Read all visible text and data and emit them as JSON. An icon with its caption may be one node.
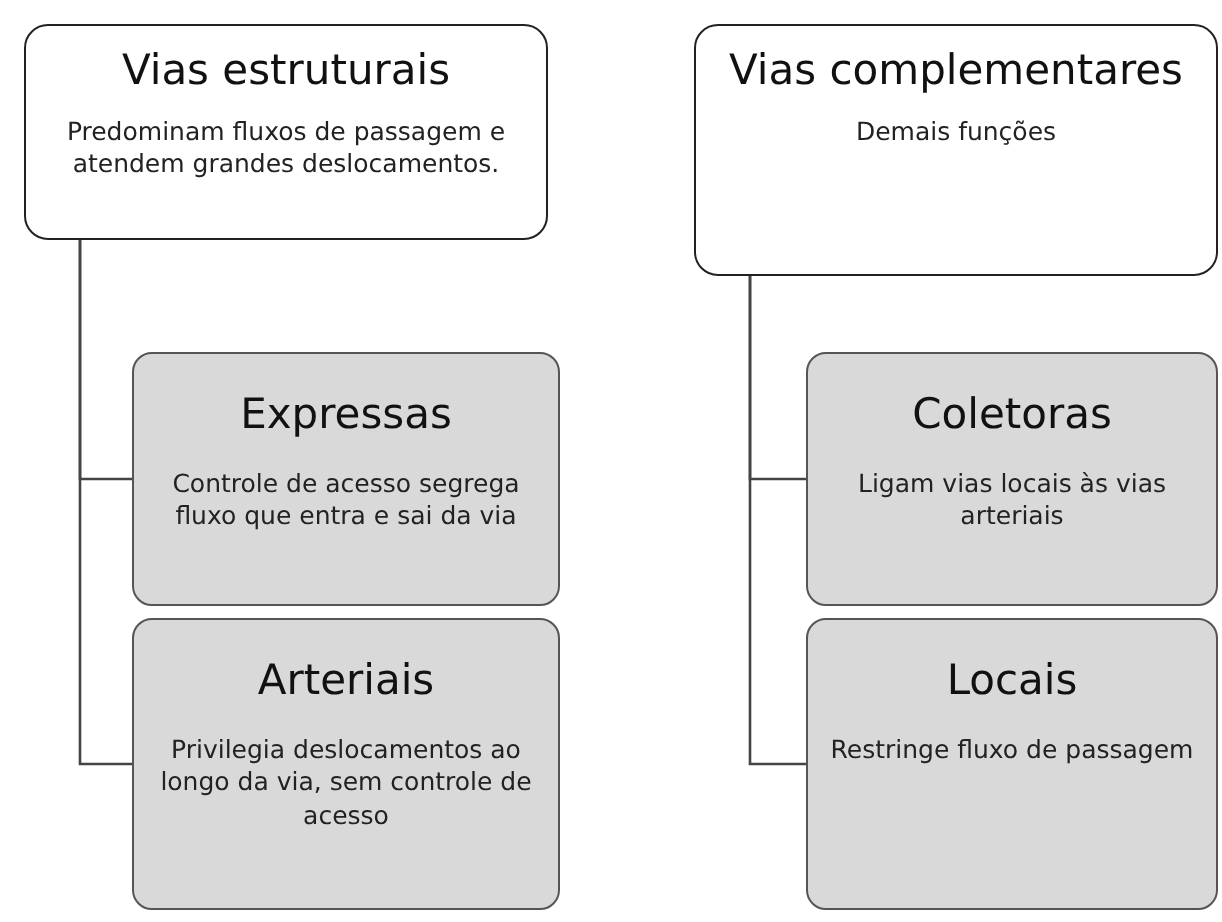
{
  "diagram": {
    "nodes": [
      {
        "text": [
          "Vias estruturais",
          "Predominam fluxos de passagem e atendem grandes deslocamentos."
        ]
      },
      {
        "text": [
          "Expressas",
          "Controle de acesso segrega fluxo que entra e sai da via"
        ]
      },
      {
        "text": [
          "Arteriais",
          "Privilegia deslocamentos ao longo da via, sem controle de acesso"
        ]
      },
      {
        "text": [
          "Vias complementares",
          "Demais funções"
        ]
      },
      {
        "text": [
          "Coletoras",
          "Ligam vias locais às vias arteriais"
        ]
      },
      {
        "text": [
          "Locais",
          "Restringe fluxo de passagem"
        ]
      }
    ],
    "edges": [
      {
        "from": 0,
        "to": 1,
        "arrow": "none"
      },
      {
        "from": 0,
        "to": 2,
        "arrow": "none"
      },
      {
        "from": 3,
        "to": 4,
        "arrow": "none"
      },
      {
        "from": 3,
        "to": 5,
        "arrow": "none"
      }
    ]
  }
}
